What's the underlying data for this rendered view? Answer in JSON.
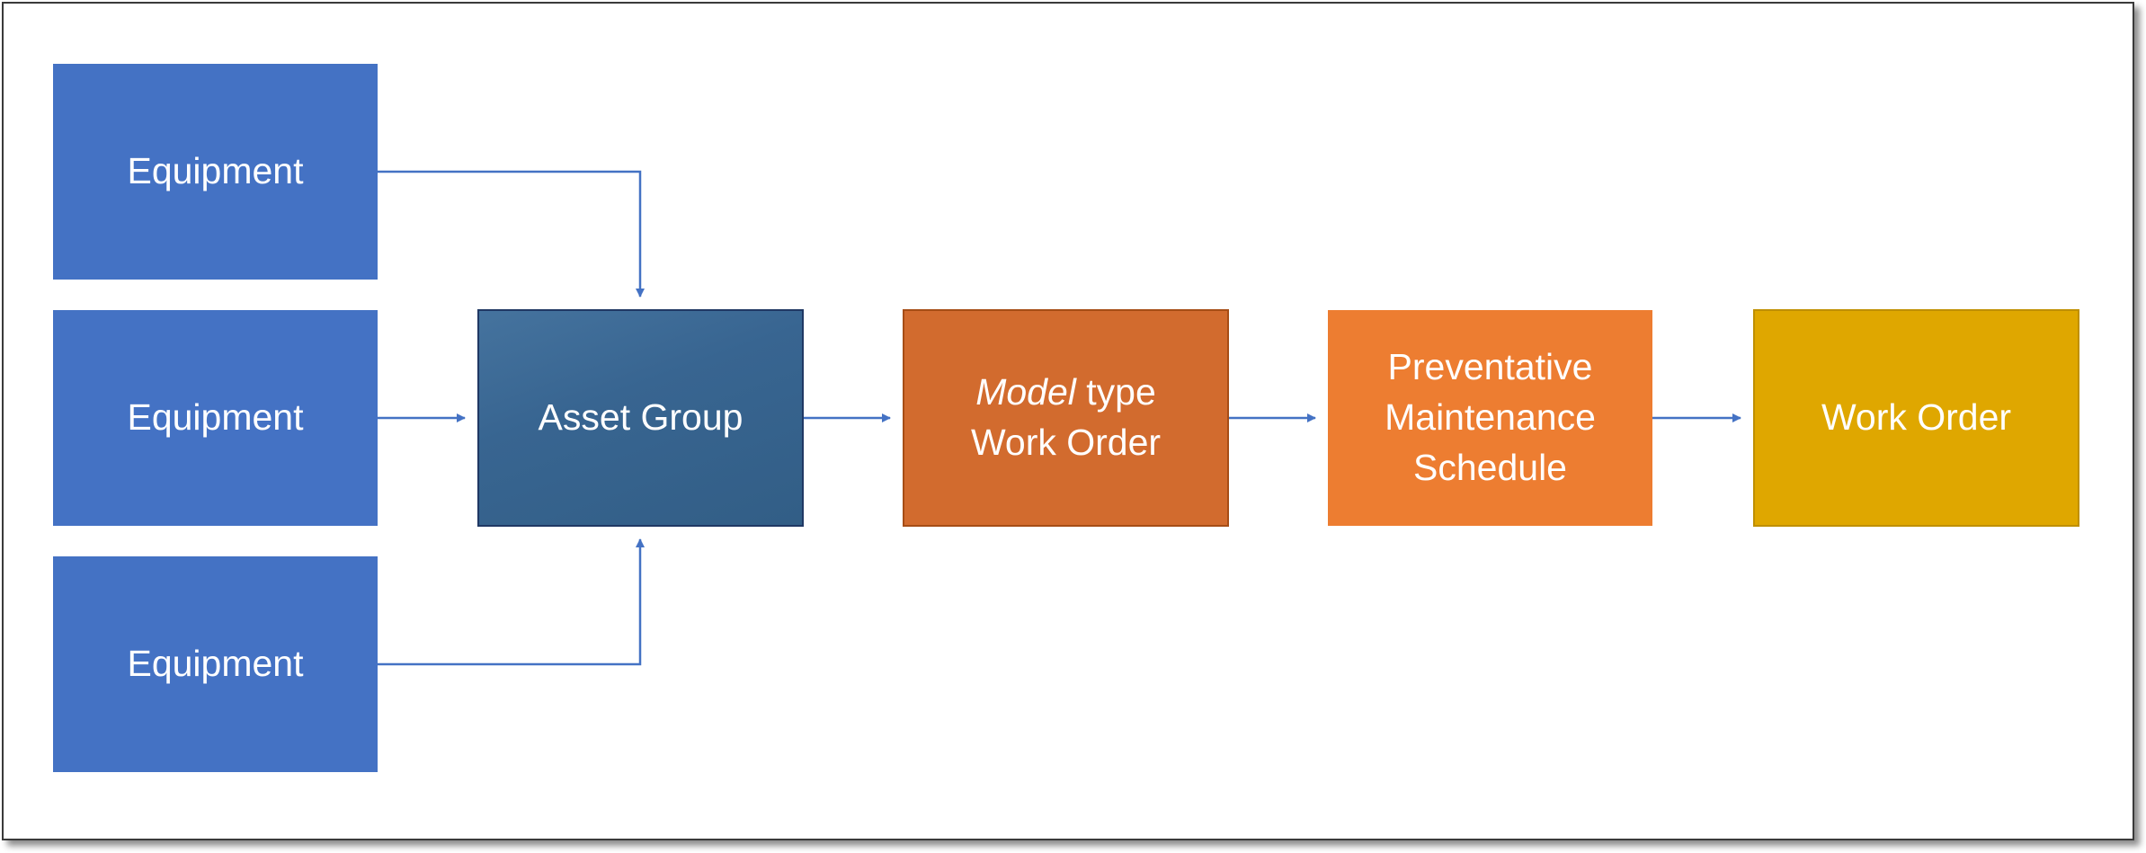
{
  "diagram": {
    "equipment_nodes": [
      {
        "label": "Equipment"
      },
      {
        "label": "Equipment"
      },
      {
        "label": "Equipment"
      }
    ],
    "asset_group": {
      "label": "Asset Group"
    },
    "model_work_order": {
      "label_italic": "Model",
      "label_rest": " type",
      "label_line2": "Work Order"
    },
    "pm_schedule": {
      "line1": "Preventative",
      "line2": "Maintenance",
      "line3": "Schedule"
    },
    "work_order": {
      "label": "Work Order"
    }
  },
  "colors": {
    "equipment": "#4472c4",
    "asset_group": "#386591",
    "model_work_order": "#d26b2e",
    "pm_schedule": "#ed7d31",
    "work_order": "#dfa700",
    "connector": "#4472c4"
  }
}
